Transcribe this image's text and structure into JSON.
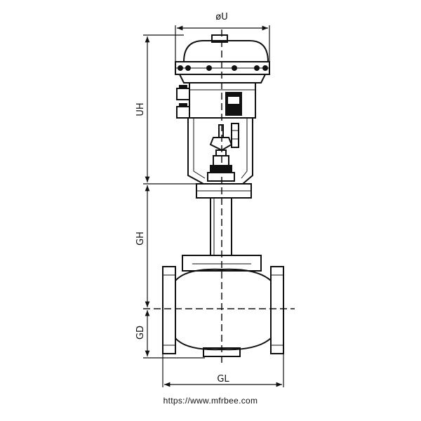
{
  "dimensions": {
    "actuator_diameter": "øU",
    "actuator_height": "UH",
    "bonnet_height": "GH",
    "body_depth": "GD",
    "face_to_face": "GL"
  },
  "watermark": "https://www.mfrbee.com",
  "colors": {
    "line": "#111111",
    "fill_dark": "#111111",
    "background": "#ffffff"
  }
}
